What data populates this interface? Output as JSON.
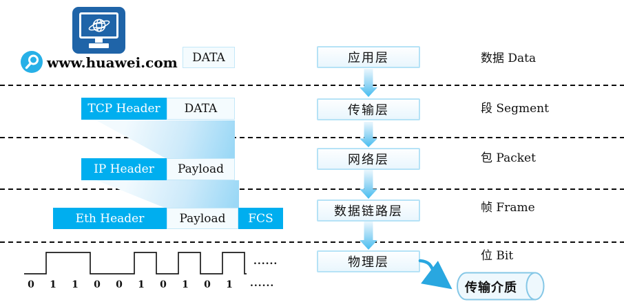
{
  "client": {
    "url": "www.huawei.com",
    "icons": {
      "monitor": "monitor-globe-icon",
      "search": "magnifier-icon"
    }
  },
  "encapsulation": {
    "data_label": "DATA",
    "rows": {
      "tcp": {
        "header": "TCP Header",
        "payload": "DATA"
      },
      "ip": {
        "header": "IP Header",
        "payload": "Payload"
      },
      "eth": {
        "header": "Eth Header",
        "payload": "Payload",
        "fcs": "FCS"
      }
    }
  },
  "layers": [
    {
      "name": "应用层",
      "pdu": "数据 Data"
    },
    {
      "name": "传输层",
      "pdu": "段 Segment"
    },
    {
      "name": "网络层",
      "pdu": "包 Packet"
    },
    {
      "name": "数据链路层",
      "pdu": "帧 Frame"
    },
    {
      "name": "物理层",
      "pdu": "位 Bit"
    }
  ],
  "medium": {
    "label": "传输介质",
    "icon": "cylinder-icon"
  },
  "bitstream": {
    "bits": [
      "0",
      "1",
      "1",
      "0",
      "0",
      "1",
      "0",
      "1",
      "0",
      "1"
    ],
    "ellipsis": "......"
  },
  "colors": {
    "cyan": "#00aeef",
    "monitor_blue": "#1f64a8",
    "search_cyan": "#27b0e7",
    "arrow_blue": "#29a7e0",
    "light_box_bg": "#f4fbfe",
    "light_box_border": "#c3e7f8"
  }
}
